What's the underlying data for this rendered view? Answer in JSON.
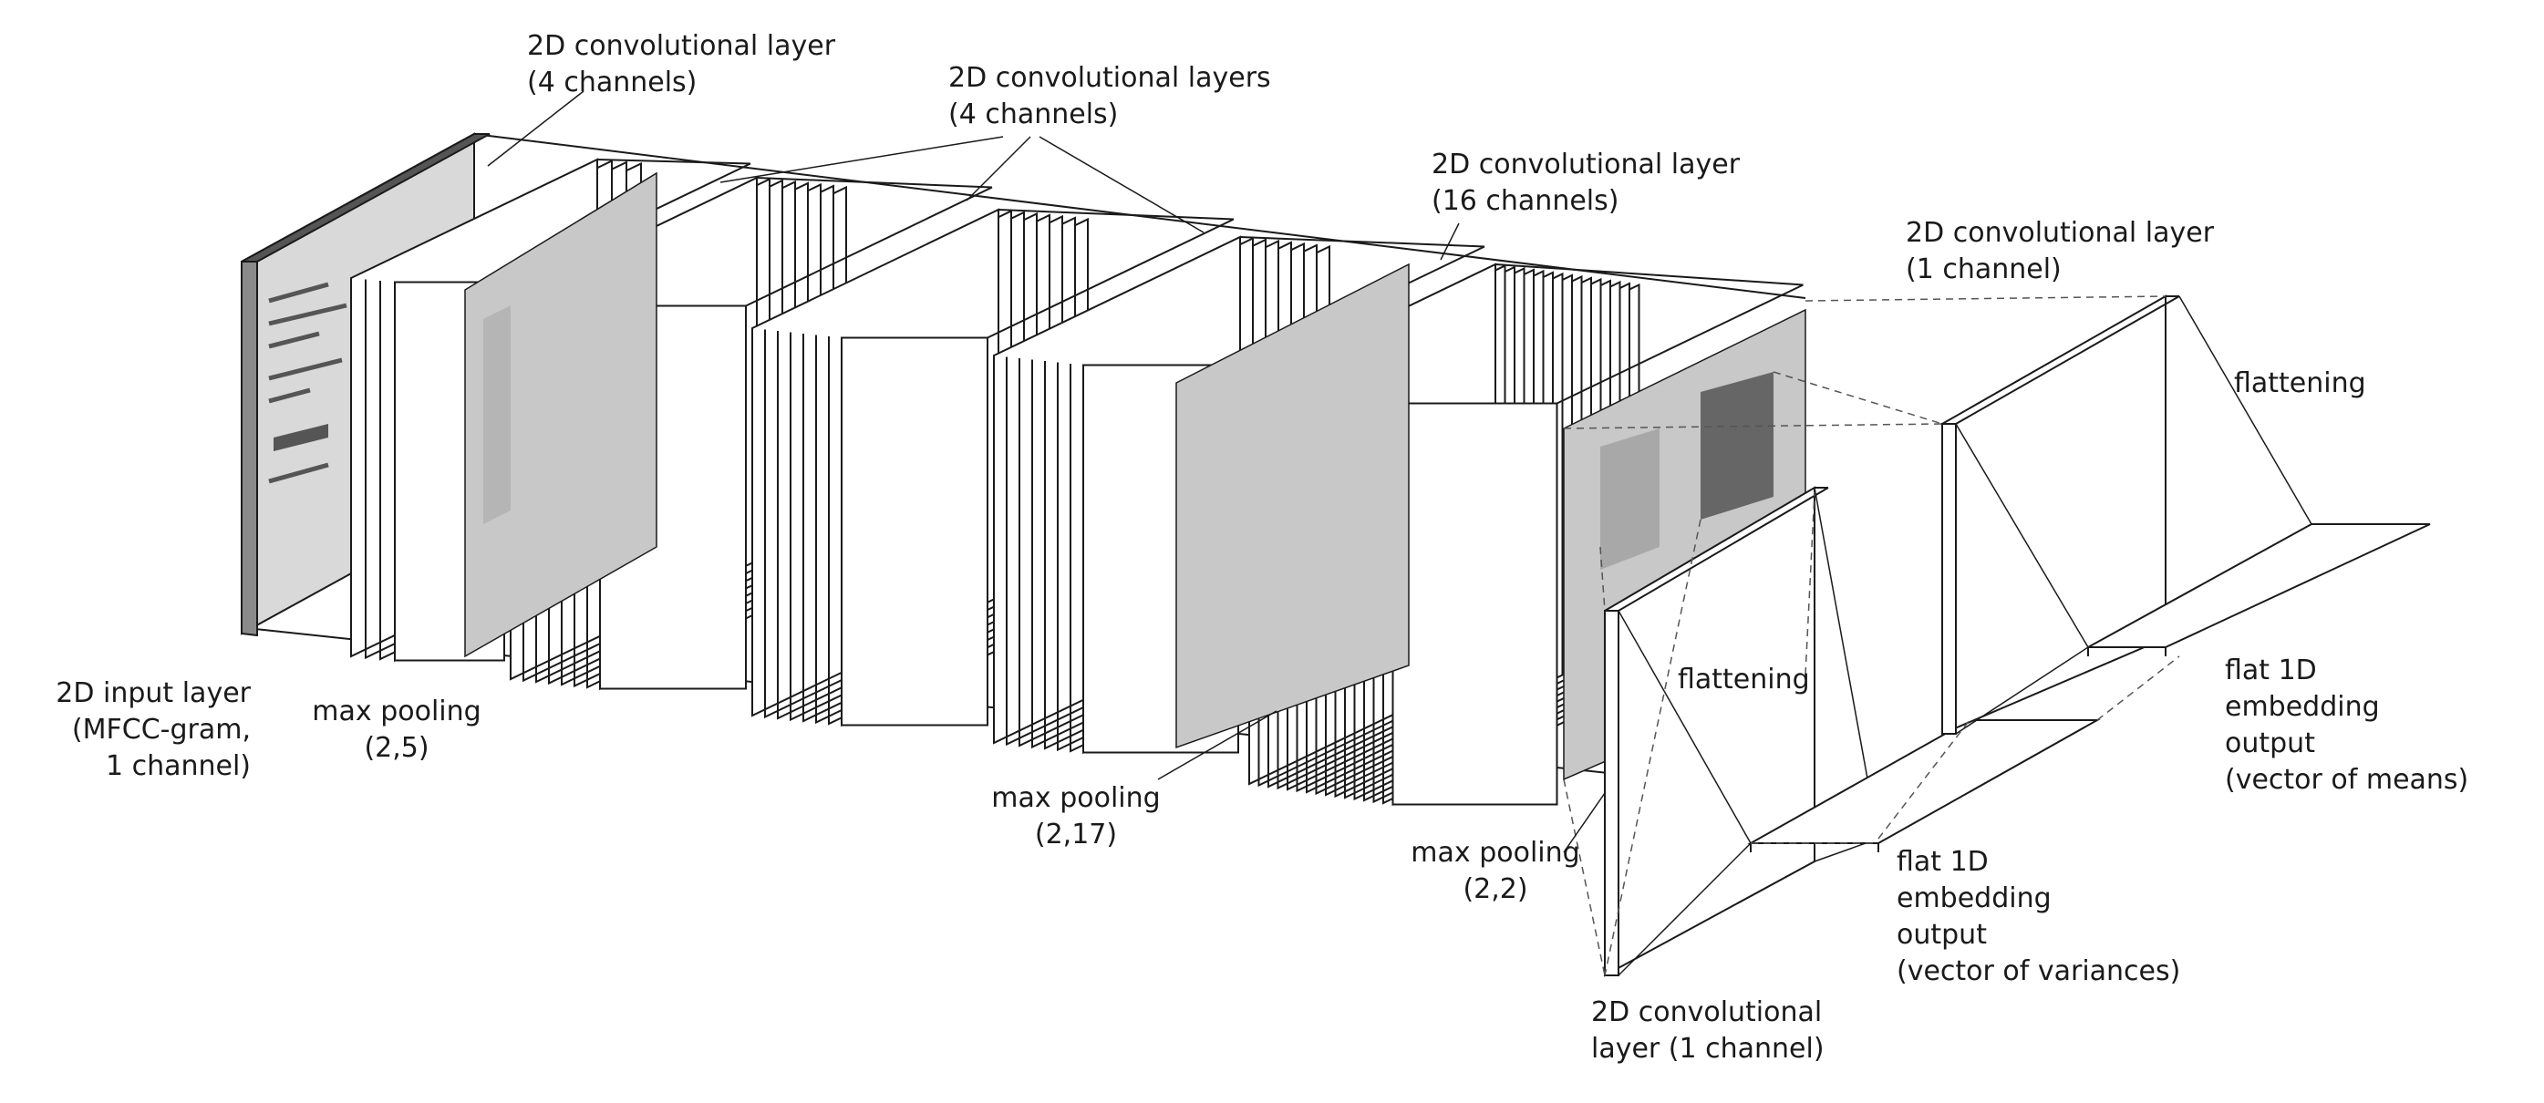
{
  "labels": {
    "input_layer": [
      "2D input layer",
      "(MFCC-gram,",
      "1 channel)"
    ],
    "pool1": [
      "max pooling",
      "(2,5)"
    ],
    "conv_top": [
      "2D convolutional layer",
      "(4 channels)"
    ],
    "conv_mid": [
      "2D convolutional layers",
      "(4 channels)"
    ],
    "pool2": [
      "max pooling",
      "(2,17)"
    ],
    "conv16": [
      "2D convolutional layer",
      "(16 channels)"
    ],
    "pool3": [
      "max pooling",
      "(2,2)"
    ],
    "conv_lower": [
      "2D convolutional",
      "layer (1 channel)"
    ],
    "flatten_lower": "flattening",
    "out_lower": [
      "flat 1D",
      "embedding",
      "output",
      "(vector of variances)"
    ],
    "conv_upper": [
      "2D convolutional layer",
      "(1 channel)"
    ],
    "flatten_upper": "flattening",
    "out_upper": [
      "flat 1D",
      "embedding",
      "output",
      "(vector of means)"
    ]
  },
  "colors": {
    "stroke": "#1a1a1a",
    "pool_gray": "#c8c8c8",
    "input_gray": "#d9d9d9",
    "dark_square": "#666666",
    "mid_square": "#a8a8a8"
  }
}
